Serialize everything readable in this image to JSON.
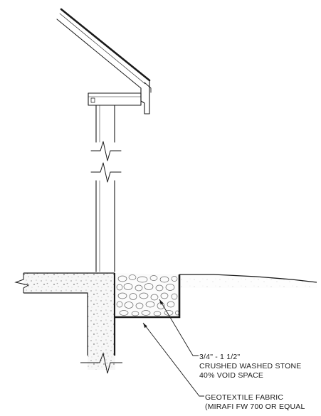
{
  "labels": {
    "stone": {
      "line1": "3/4\" - 1 1/2\"",
      "line2": "CRUSHED WASHED STONE",
      "line3": "40% VOID SPACE"
    },
    "fabric": {
      "line1": "GEOTEXTILE FABRIC",
      "line2": "(MIRAFI FW 700 OR EQUAL"
    }
  },
  "colors": {
    "ink": "#1a1a1a",
    "concrete_fill": "#f6f6f6",
    "stone_fill": "#fafafa"
  }
}
